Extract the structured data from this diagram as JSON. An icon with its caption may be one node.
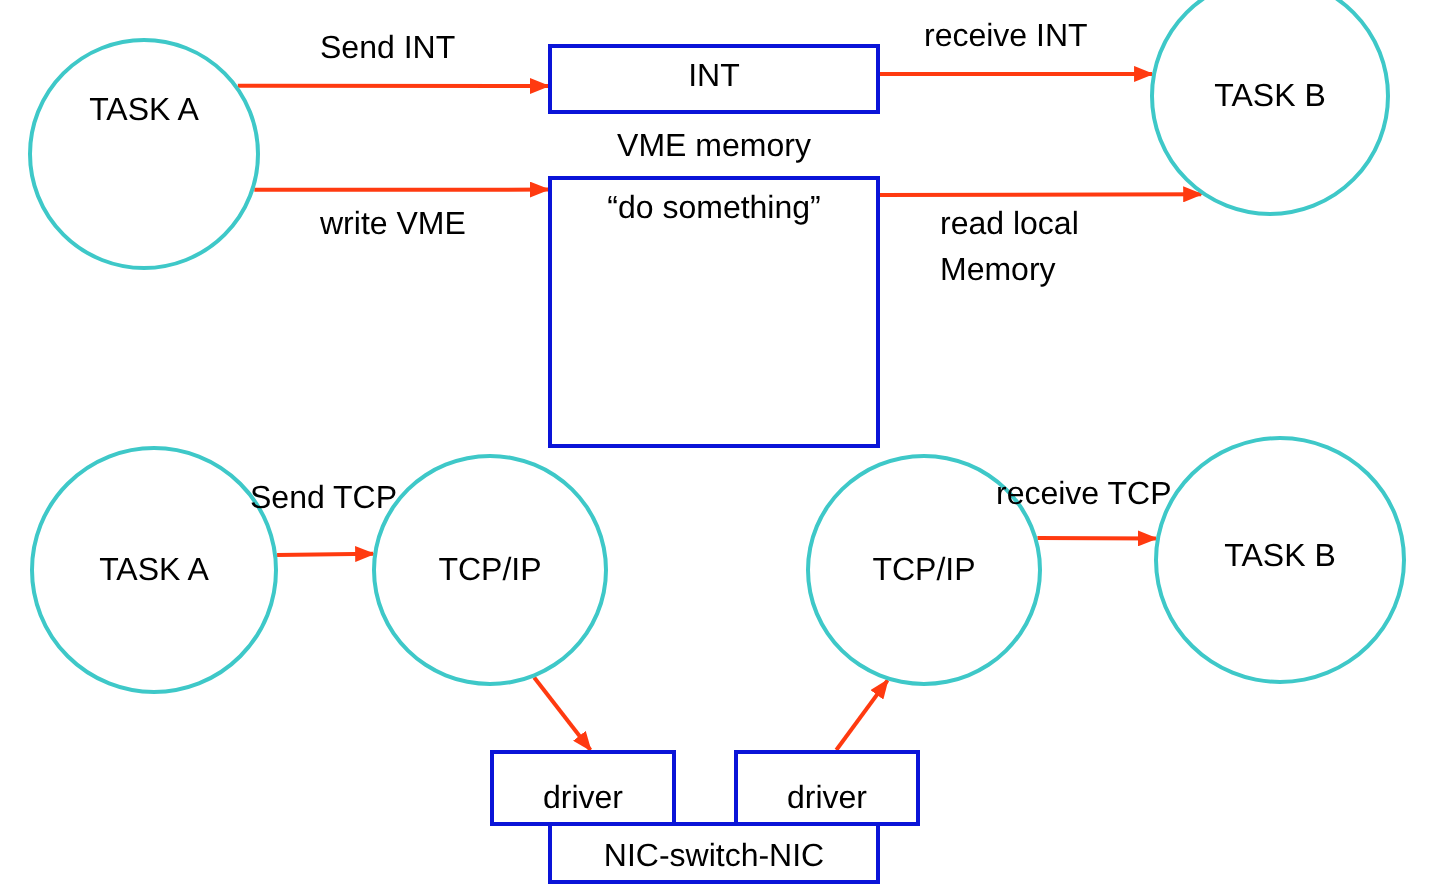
{
  "diagram": {
    "nodes": [
      {
        "text": [
          "TASK A"
        ]
      },
      {
        "text": [
          "INT"
        ]
      },
      {
        "text": [
          "TASK B"
        ]
      },
      {
        "text": [
          "VME memory",
          "“do something”"
        ]
      },
      {
        "text": [
          "TASK A"
        ]
      },
      {
        "text": [
          "TCP/IP"
        ]
      },
      {
        "text": [
          "TCP/IP"
        ]
      },
      {
        "text": [
          "TASK B"
        ]
      },
      {
        "text": [
          "driver"
        ]
      },
      {
        "text": [
          "driver"
        ]
      },
      {
        "text": [
          "NIC-switch-NIC"
        ]
      }
    ],
    "edges": [
      {
        "from": 0,
        "to": 1,
        "arrow": "to",
        "label": "Send INT"
      },
      {
        "from": 1,
        "to": 2,
        "arrow": "to",
        "label": "receive INT"
      },
      {
        "from": 0,
        "to": 3,
        "arrow": "to",
        "label": "write VME"
      },
      {
        "from": 3,
        "to": 2,
        "arrow": "to",
        "label": "read local Memory"
      },
      {
        "from": 4,
        "to": 5,
        "arrow": "to",
        "label": "Send TCP"
      },
      {
        "from": 5,
        "to": 8,
        "arrow": "to"
      },
      {
        "from": 9,
        "to": 6,
        "arrow": "to"
      },
      {
        "from": 6,
        "to": 7,
        "arrow": "to",
        "label": "receive TCP"
      }
    ]
  }
}
